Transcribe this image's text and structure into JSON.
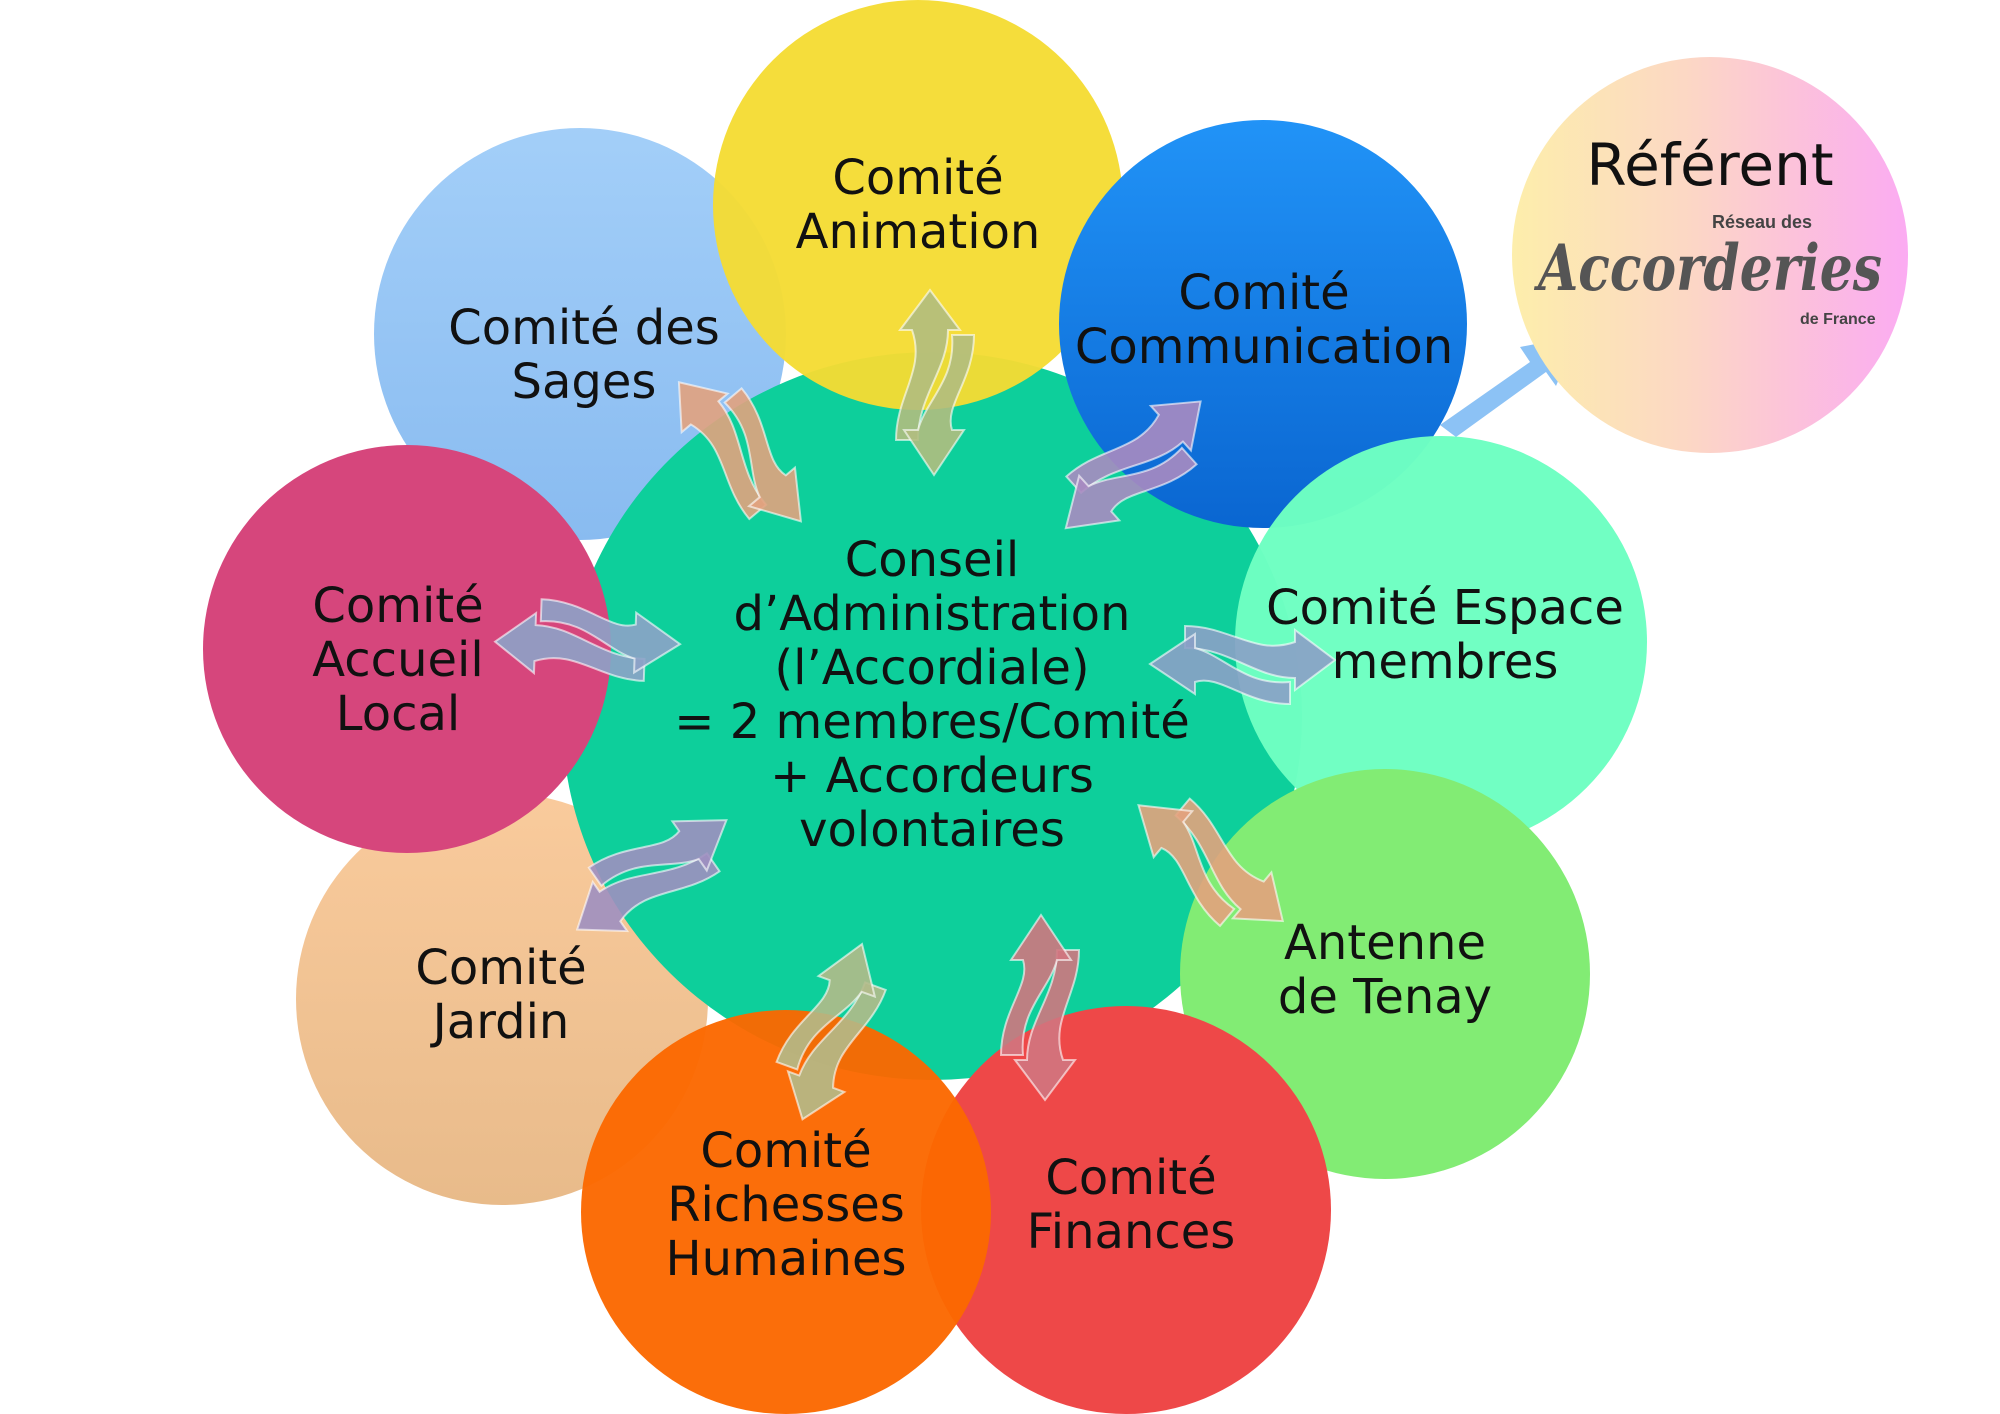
{
  "nodes": {
    "central": "Conseil\nd’Administration\n(l’Accordiale)\n= 2 membres/Comité\n+ Accordeurs\nvolontaires",
    "animation": "Comité\nAnimation",
    "communication": "Comité\nCommunication",
    "espace_membres": "Comité Espace\nmembres",
    "antenne": "Antenne\nde Tenay",
    "finances": "Comité\nFinances",
    "richesses_humaines": "Comité\nRichesses\nHumaines",
    "jardin": "Comité\nJardin",
    "accueil": "Comité\nAccueil\nLocal",
    "sages": "Comité des\nSages",
    "referent": "Référent"
  },
  "logo": {
    "top": "Réseau des",
    "main": "Accorderies",
    "bottom": "de France"
  },
  "colors": {
    "central": "#0dcf9b",
    "animation": "#f5dc33",
    "communication": "#0a66d1",
    "espace_membres": "#6effc2",
    "antenne": "#82ec74",
    "finances": "#ee4848",
    "richesses_humaines": "#fb6800",
    "jardin": "#f9c897",
    "accueil": "#d6467c",
    "sages": "#9ccbf8",
    "arrow_to_referent": "#8cc2f5"
  },
  "icons": [
    "curved-double-arrow-icon",
    "arrow-to-referent-icon"
  ]
}
